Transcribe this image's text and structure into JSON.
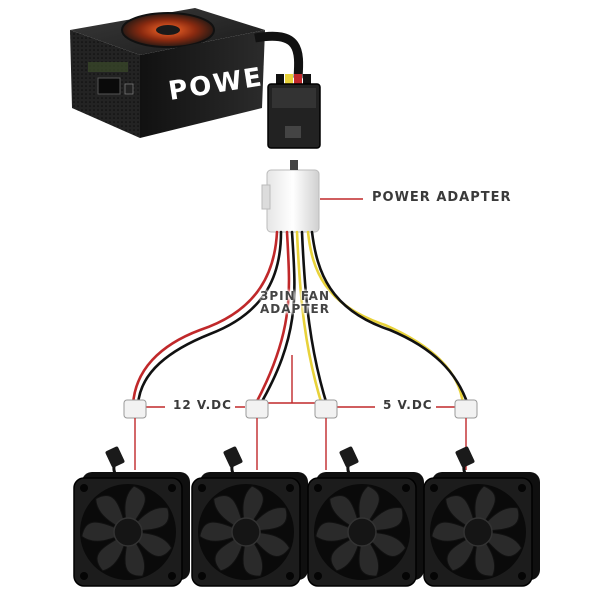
{
  "psu": {
    "brand_text": "POWER"
  },
  "labels": {
    "power_adapter": "POWER ADAPTER",
    "fan_adapter_line1": "3PIN FAN",
    "fan_adapter_line2": "ADAPTER",
    "v12": "12 V.DC",
    "v5": "5 V.DC"
  },
  "colors": {
    "wire_red": "#c0282a",
    "wire_yellow": "#e8d23a",
    "wire_black": "#1a1a1a",
    "connector_white": "#f2f2f2",
    "fan_body": "#1c1c1c"
  },
  "fans": [
    {
      "id": "fan-1"
    },
    {
      "id": "fan-2"
    },
    {
      "id": "fan-3"
    },
    {
      "id": "fan-4"
    }
  ]
}
